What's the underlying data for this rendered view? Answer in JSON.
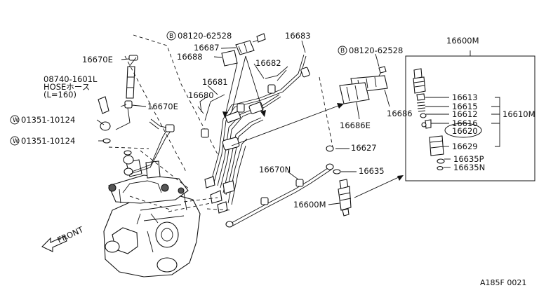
{
  "diagram": {
    "labels": {
      "p16670E_top": "16670E",
      "p08740_line1": "08740-1601L",
      "p08740_line2": "HOSEホース",
      "p08740_line3": "(L=160)",
      "p16670E_mid": "16670E",
      "w01351_a_prefix": "W",
      "w01351_a": "01351-10124",
      "w01351_b_prefix": "W",
      "w01351_b": "01351-10124",
      "b08120_a_prefix": "B",
      "b08120_a": "08120-62528",
      "p16687": "16687",
      "p16688": "16688",
      "p16683": "16683",
      "p16682": "16682",
      "p16681": "16681",
      "p16680": "16680",
      "b08120_b_prefix": "B",
      "b08120_b": "08120-62528",
      "p16686": "16686",
      "p16686E": "16686E",
      "p16627": "16627",
      "p16670N": "16670N",
      "p16635": "16635",
      "p16600M_left": "16600M",
      "p16600M_box": "16600M",
      "p16613": "16613",
      "p16615": "16615",
      "p16612": "16612",
      "p16610M": "16610M",
      "p16616": "16616",
      "p16620": "16620",
      "p16629": "16629",
      "p16635P": "16635P",
      "p16635N": "16635N",
      "front": "FRONT",
      "figure_code": "A185F 0021"
    }
  }
}
